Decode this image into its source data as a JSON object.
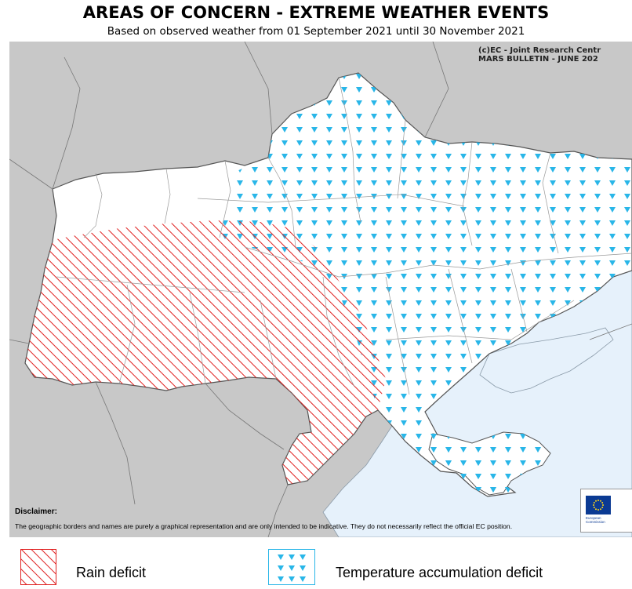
{
  "header": {
    "title": "AREAS OF CONCERN - EXTREME WEATHER EVENTS",
    "subtitle": "Based on observed weather  from 01 September 2021 until 30 November 2021"
  },
  "map": {
    "credit_line1": "(c)EC - Joint Research Centr",
    "credit_line2": "MARS BULLETIN - JUNE 202",
    "disclaimer_title": "Disclaimer:",
    "disclaimer_text": "The geographic borders and names are purely a graphical representation and are only intended to be indicative. They do not necessarily reflect the official EC position.",
    "logo_text_1": "European",
    "logo_text_2": "Commission",
    "colors": {
      "land_outside": "#c8c8c8",
      "sea": "#e6f1fb",
      "country": "#ffffff",
      "rain_hatch": "#e02020",
      "temp_marker": "#29b6e8",
      "border": "#888888"
    }
  },
  "legend": {
    "items": [
      {
        "label": "Rain deficit",
        "symbol": "red-hatch"
      },
      {
        "label": "Temperature accumulation deficit",
        "symbol": "blue-triangles"
      }
    ]
  }
}
